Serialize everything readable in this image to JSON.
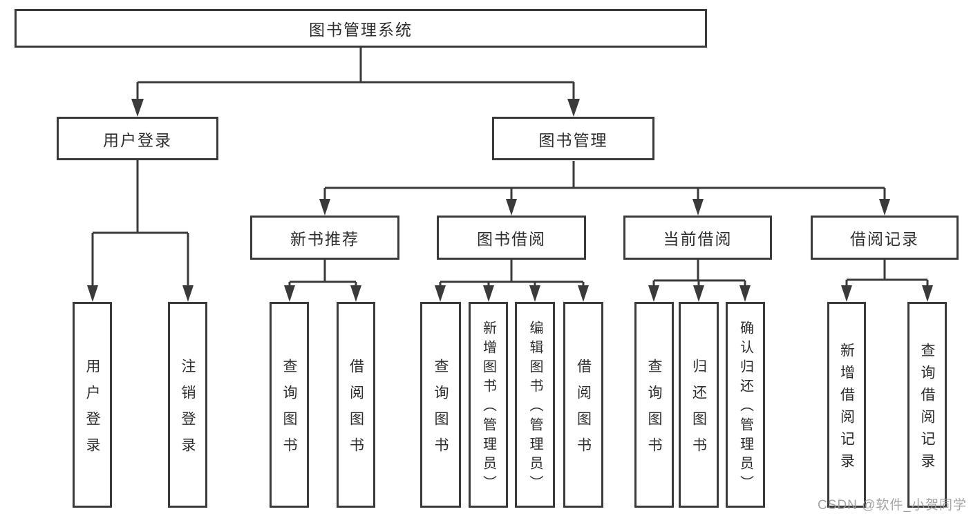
{
  "diagram": {
    "root": {
      "label": "图书管理系统"
    },
    "branches": [
      {
        "label": "用户登录"
      },
      {
        "label": "图书管理"
      }
    ],
    "modules": [
      {
        "label": "新书推荐"
      },
      {
        "label": "图书借阅"
      },
      {
        "label": "当前借阅"
      },
      {
        "label": "借阅记录"
      }
    ],
    "leaves": {
      "user_login": [
        "用户登录",
        "注销登录"
      ],
      "new_book": [
        "查询图书",
        "借阅图书"
      ],
      "book_borrow": [
        "查询图书",
        "新增图书（管理员）",
        "编辑图书（管理员）",
        "借阅图书"
      ],
      "current_borrow": [
        "查询图书",
        "归还图书",
        "确认归还（管理员）"
      ],
      "borrow_record": [
        "新增借阅记录",
        "查询借阅记录"
      ]
    }
  },
  "watermark": {
    "text": "CSDN @软件_小贺同学"
  },
  "colors": {
    "line": "#3a3a3a",
    "border": "#3a3a3a",
    "text": "#2d2d2d",
    "background": "#ffffff",
    "watermark": "#9b9b9b"
  }
}
